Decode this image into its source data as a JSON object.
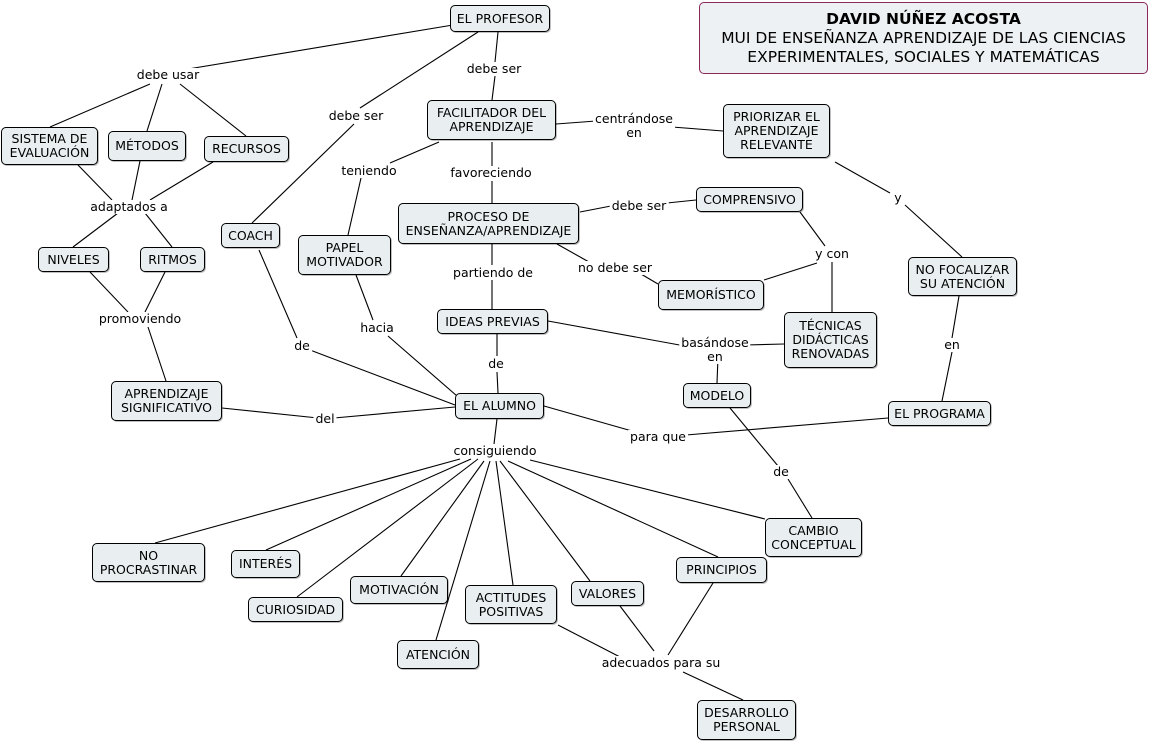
{
  "header": {
    "author": "DAVID NÚÑEZ ACOSTA",
    "line1": "MUI DE ENSEÑANZA APRENDIZAJE DE LAS CIENCIAS",
    "line2": "EXPERIMENTALES, SOCIALES Y MATEMÁTICAS"
  },
  "nodes": {
    "profesor": "EL PROFESOR",
    "sistema": "SISTEMA DE\nEVALUACIÓN",
    "metodos": "MÉTODOS",
    "recursos": "RECURSOS",
    "facilitador": "FACILITADOR DEL\nAPRENDIZAJE",
    "priorizar": "PRIORIZAR EL\nAPRENDIZAJE\nRELEVANTE",
    "comprensivo": "COMPRENSIVO",
    "proceso": "PROCESO DE\nENSEÑANZA/APRENDIZAJE",
    "coach": "COACH",
    "papel": "PAPEL\nMOTIVADOR",
    "niveles": "NIVELES",
    "ritmos": "RITMOS",
    "no_focalizar": "NO FOCALIZAR\nSU ATENCIÓN",
    "memoristico": "MEMORÍSTICO",
    "ideas": "IDEAS PREVIAS",
    "tecnicas": "TÉCNICAS\nDIDÁCTICAS\nRENOVADAS",
    "aprendizaje_sig": "APRENDIZAJE\nSIGNIFICATIVO",
    "modelo": "MODELO",
    "alumno": "EL ALUMNO",
    "programa": "EL PROGRAMA",
    "cambio": "CAMBIO\nCONCEPTUAL",
    "no_procrastinar": "NO\nPROCRASTINAR",
    "interes": "INTERÉS",
    "principios": "PRINCIPIOS",
    "motivacion": "MOTIVACIÓN",
    "valores": "VALORES",
    "actitudes": "ACTITUDES\nPOSITIVAS",
    "curiosidad": "CURIOSIDAD",
    "atencion": "ATENCIÓN",
    "desarrollo": "DESARROLLO\nPERSONAL"
  },
  "links": {
    "debe_usar": "debe usar",
    "debe_ser_1": "debe ser",
    "debe_ser_2": "debe ser",
    "centrandose": "centrándose\nen",
    "teniendo": "teniendo",
    "favoreciendo": "favoreciendo",
    "adaptados": "adaptados a",
    "debe_ser_3": "debe ser",
    "y_1": "y",
    "y_con": "y con",
    "partiendo": "partiendo de",
    "no_debe_ser": "no debe ser",
    "promoviendo": "promoviendo",
    "hacia": "hacia",
    "basandose": "basándose\nen",
    "en": "en",
    "de_1": "de",
    "de_2": "de",
    "del": "del",
    "para_que": "para que",
    "de_3": "de",
    "consiguiendo": "consiguiendo",
    "adecuados": "adecuados para su"
  }
}
